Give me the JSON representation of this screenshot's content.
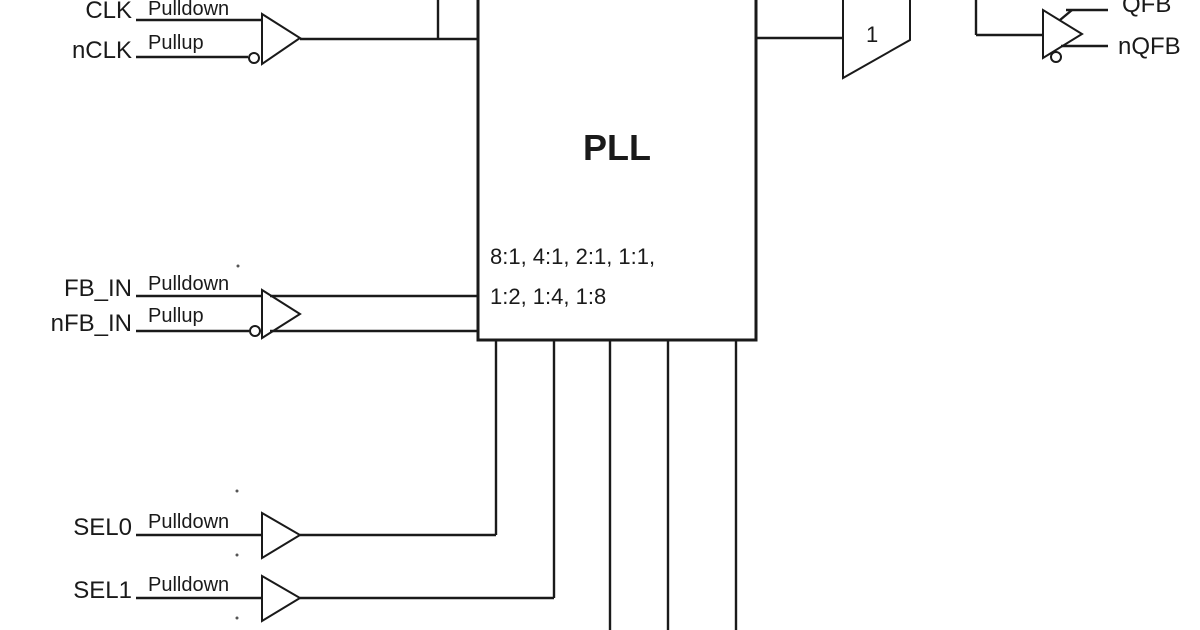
{
  "pll_block": {
    "title": "PLL",
    "ratios_line1": "8:1, 4:1, 2:1, 1:1,",
    "ratios_line2": "1:2, 1:4, 1:8"
  },
  "inputs": {
    "clk": {
      "pin": "CLK",
      "resistor": "Pulldown"
    },
    "nclk": {
      "pin": "nCLK",
      "resistor": "Pullup"
    },
    "fb_in": {
      "pin": "FB_IN",
      "resistor": "Pulldown"
    },
    "nfb_in": {
      "pin": "nFB_IN",
      "resistor": "Pullup"
    },
    "sel0": {
      "pin": "SEL0",
      "resistor": "Pulldown"
    },
    "sel1": {
      "pin": "SEL1",
      "resistor": "Pulldown"
    }
  },
  "mux": {
    "label": "1"
  },
  "outputs": {
    "qfb": {
      "pin": "QFB"
    },
    "nqfb": {
      "pin": "nQFB"
    }
  }
}
